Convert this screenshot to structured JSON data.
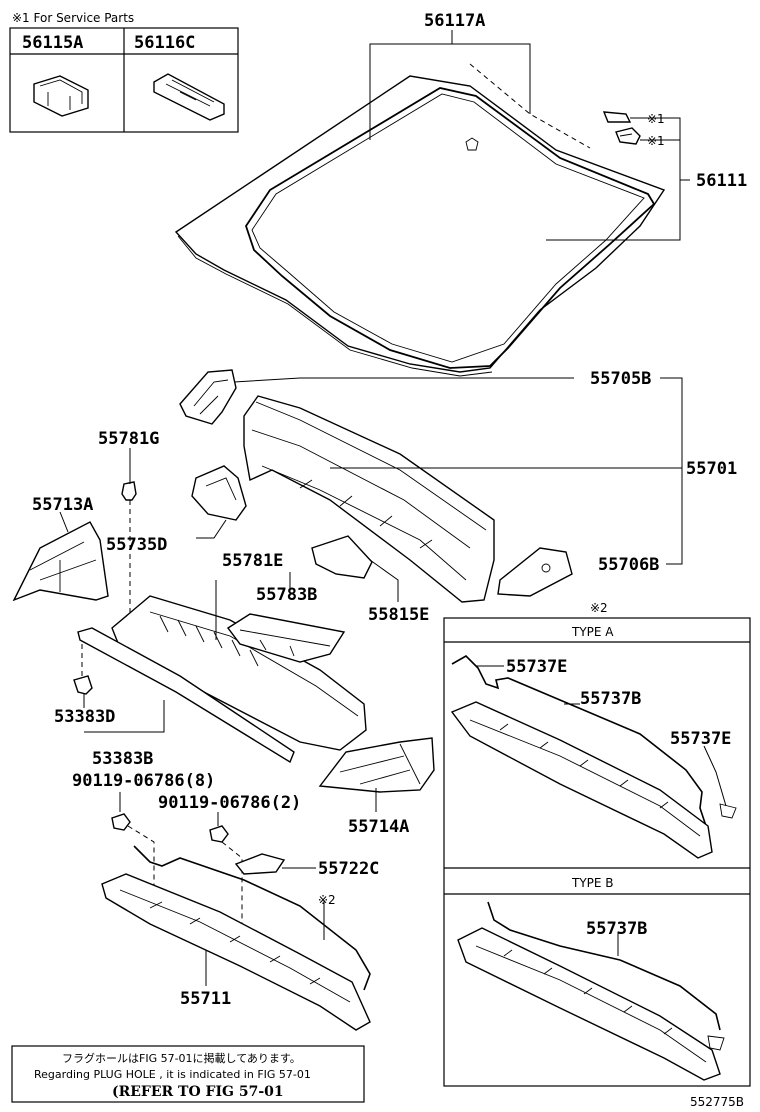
{
  "service_parts": {
    "header": "※1 For Service Parts",
    "parts": [
      "56115A",
      "56116C"
    ]
  },
  "labels": {
    "p56117A": "56117A",
    "p56111": "56111",
    "mark1a": "※1",
    "mark1b": "※1",
    "p55705B": "55705B",
    "p55701": "55701",
    "p55781G": "55781G",
    "p55713A": "55713A",
    "p55735D": "55735D",
    "p55781E": "55781E",
    "p55706B": "55706B",
    "p55783B": "55783B",
    "p55815E": "55815E",
    "p53383D": "53383D",
    "p53383B": "53383B",
    "p90119_8": "90119-06786(8)",
    "p90119_2": "90119-06786(2)",
    "p55714A": "55714A",
    "p55722C": "55722C",
    "mark2": "※2",
    "p55711": "55711"
  },
  "variants": {
    "mark": "※2",
    "type_a": {
      "title": "TYPE A",
      "parts": [
        "55737E",
        "55737B",
        "55737E"
      ]
    },
    "type_b": {
      "title": "TYPE B",
      "parts": [
        "55737B"
      ]
    }
  },
  "note": {
    "jp": "フラグホールはFIG 57-01に掲載してあります。",
    "en": "Regarding PLUG HOLE , it is indicated in FIG 57-01",
    "ref": "(REFER TO FIG 57-01"
  },
  "figure_id": "552775B"
}
